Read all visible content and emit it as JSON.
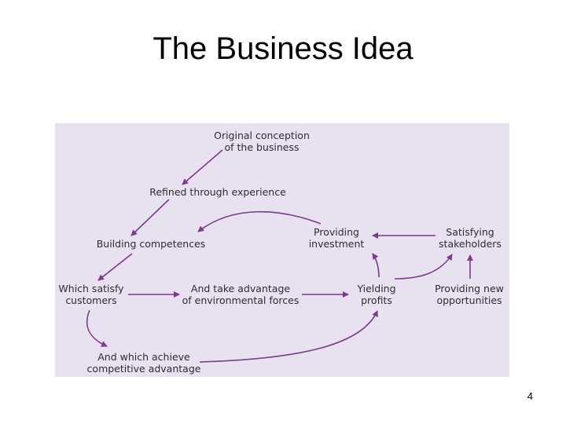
{
  "slide": {
    "title": "The Business Idea",
    "page_number": "4"
  },
  "diagram": {
    "accent_color": "#7b3a8c",
    "background_color": "#e8e1ef",
    "nodes": {
      "original_conception": [
        "Original conception",
        "of the business"
      ],
      "refined_through_experience": [
        "Refined through experience"
      ],
      "building_competences": [
        "Building competences"
      ],
      "which_satisfy_customers": [
        "Which satisfy",
        "customers"
      ],
      "take_advantage_environmental": [
        "And take advantage",
        "of environmental forces"
      ],
      "achieve_competitive_advantage": [
        "And which achieve",
        "competitive advantage"
      ],
      "providing_investment": [
        "Providing",
        "investment"
      ],
      "yielding_profits": [
        "Yielding",
        "profits"
      ],
      "satisfying_stakeholders": [
        "Satisfying",
        "stakeholders"
      ],
      "providing_new_opportunities": [
        "Providing new",
        "opportunities"
      ]
    }
  }
}
